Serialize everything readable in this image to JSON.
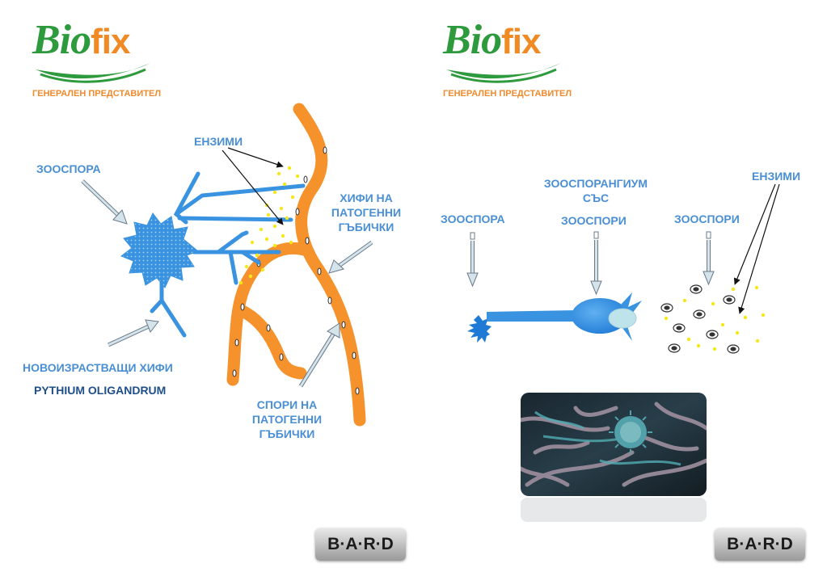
{
  "colors": {
    "logo_green": "#2e9a3e",
    "logo_orange": "#f08a24",
    "label_blue": "#4a8fd4",
    "label_dark_blue": "#1f4f8a",
    "hypha_blue": "#3a93e0",
    "pathogen_orange": "#f6922b",
    "enzyme_yellow": "#f4e81c"
  },
  "left": {
    "logo": {
      "bio": "Bio",
      "fix": "fix",
      "subtitle": "ГЕНЕРАЛЕН ПРЕДСТАВИТЕЛ"
    },
    "labels": {
      "enzymes": "ЕНЗИМИ",
      "zoospore": "ЗООСПОРА",
      "pathogen_hyphae_1": "ХИФИ НА",
      "pathogen_hyphae_2": "ПАТОГЕННИ",
      "pathogen_hyphae_3": "ГЪБИЧКИ",
      "new_hyphae": "НОВОИЗРАСТВАЩИ ХИФИ",
      "species": "PYTHIUM OLIGANDRUM",
      "pathogen_spores_1": "СПОРИ НА",
      "pathogen_spores_2": "ПАТОГЕННИ",
      "pathogen_spores_3": "ГЪБИЧКИ"
    },
    "bard": "B·A·R·D"
  },
  "right": {
    "logo": {
      "bio": "Bio",
      "fix": "fix",
      "subtitle": "ГЕНЕРАЛЕН ПРЕДСТАВИТЕЛ"
    },
    "labels": {
      "enzymes": "ЕНЗИМИ",
      "zoosporangium_1": "ЗООСПОРАНГИУМ",
      "zoosporangium_2": "СЪС",
      "zoosporangium_3": "ЗООСПОРИ",
      "zoospore": "ЗООСПОРА",
      "zoospores": "ЗООСПОРИ"
    },
    "bard": "B·A·R·D"
  }
}
